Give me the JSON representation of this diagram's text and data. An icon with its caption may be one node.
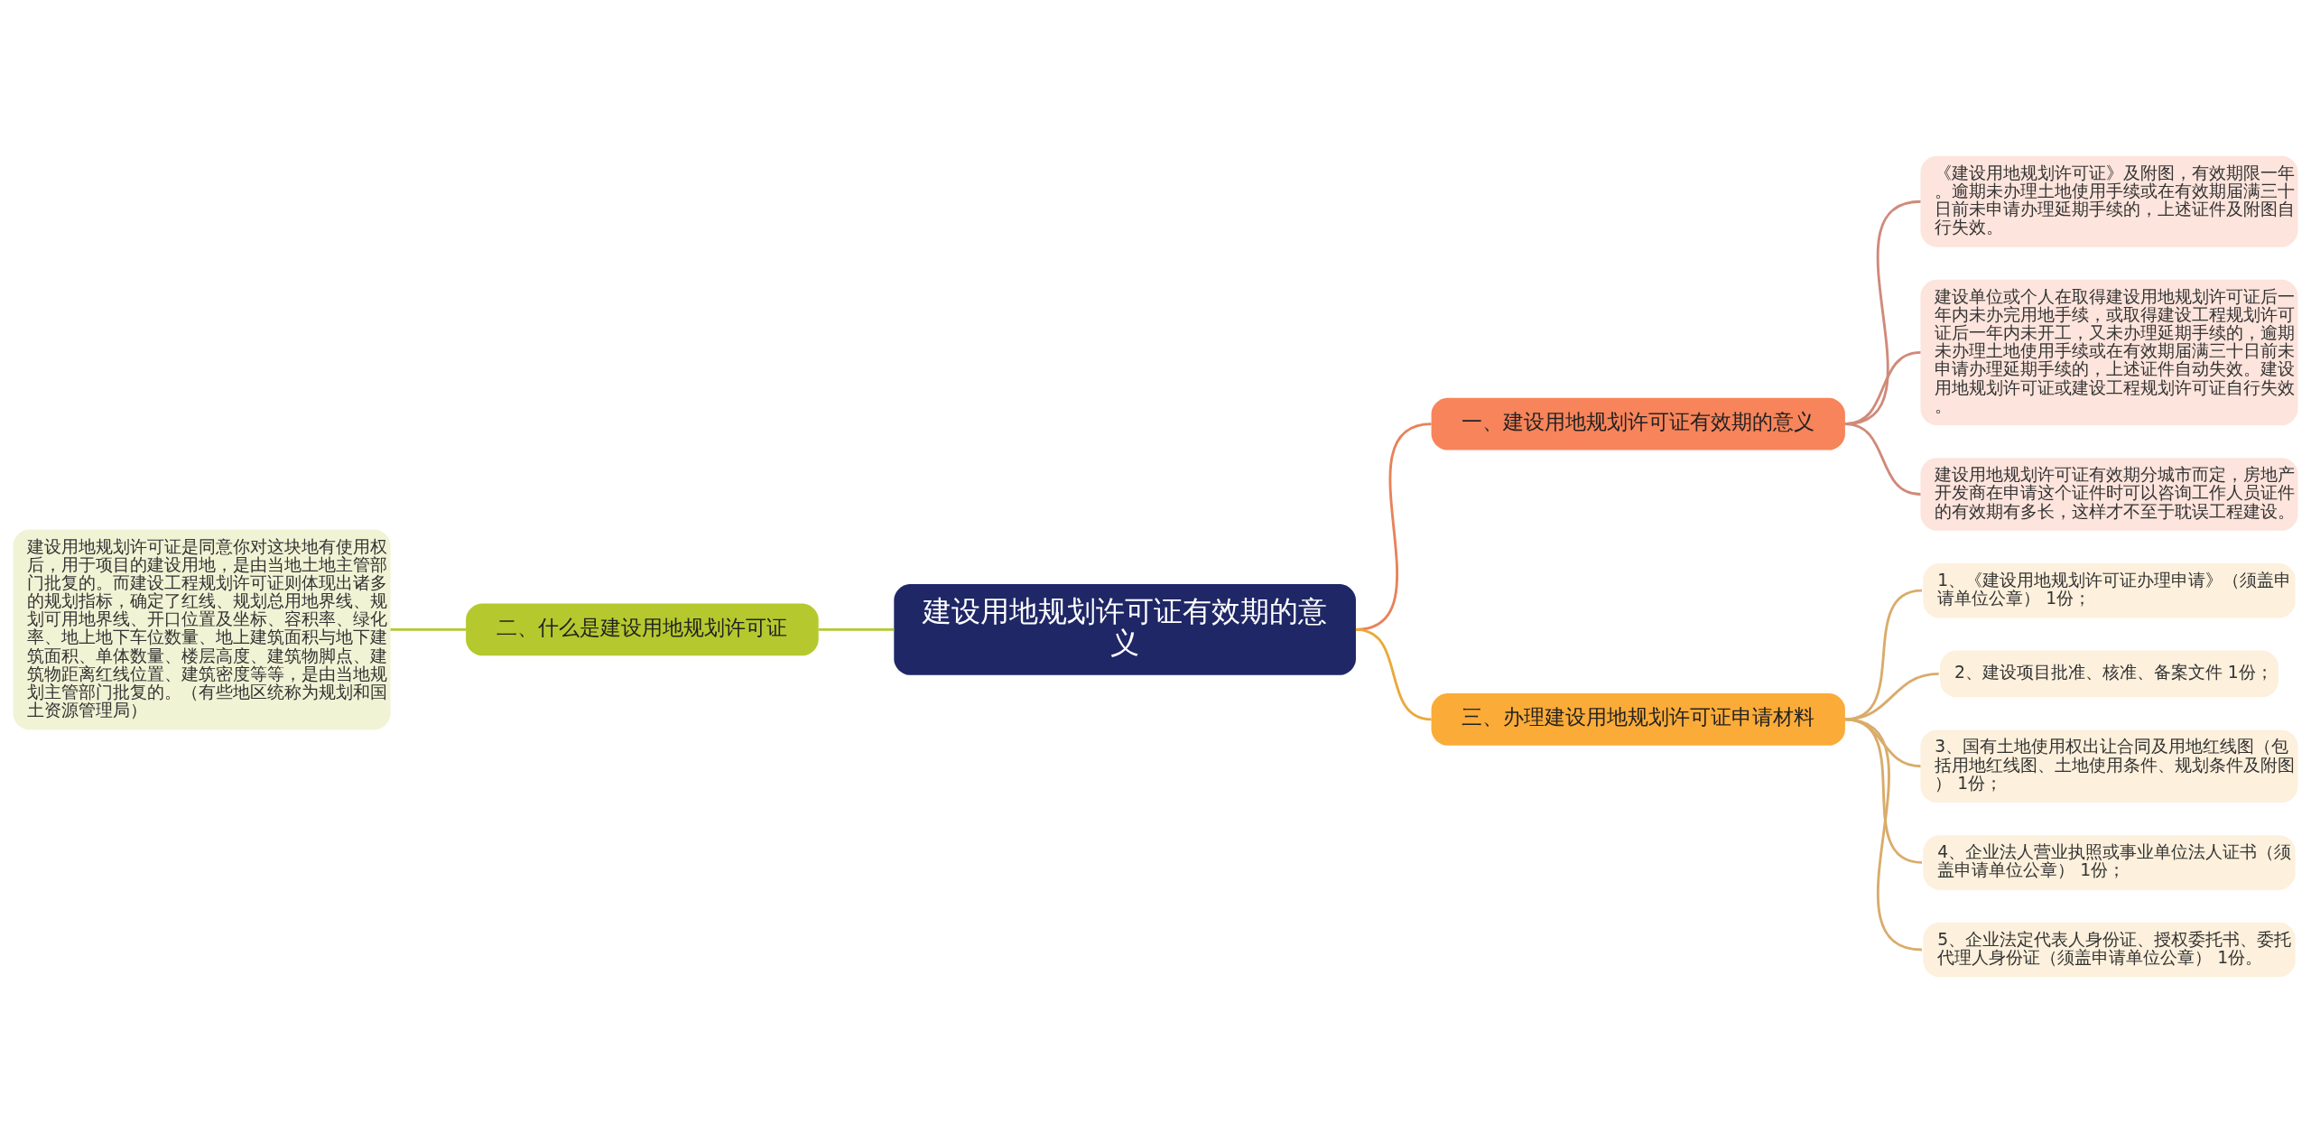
{
  "diagram": {
    "nodes": [
      {
        "text": [
          "建设用地规划许可证有效期的意义"
        ]
      },
      {
        "text": [
          "一、建设用地规划许可证有效期的意义"
        ]
      },
      {
        "text": [
          "《建设用地规划许可证》及附图，有效期限一年。逾期未办理土地使用手续或在有效期届满三十日前未申请办理延期手续的，上述证件及附图自行失效。"
        ]
      },
      {
        "text": [
          "建设单位或个人在取得建设用地规划许可证后一年内未办完用地手续，或取得建设工程规划许可证后一年内未开工，又未办理延期手续的，逾期未办理土地使用手续或在有效期届满三十日前未申请办理延期手续的，上述证件自动失效。建设用地规划许可证或建设工程规划许可证自行失效。"
        ]
      },
      {
        "text": [
          "建设用地规划许可证有效期分城市而定，房地产开发商在申请这个证件时可以咨询工作人员证件的有效期有多长，这样才不至于耽误工程建设。"
        ]
      },
      {
        "text": [
          "二、什么是建设用地规划许可证"
        ]
      },
      {
        "text": [
          "建设用地规划许可证是同意你对这块地有使用权后，用于项目的建设用地，是由当地土地主管部门批复的。而建设工程规划许可证则体现出诸多的规划指标，确定了红线、规划总用地界线、规划可用地界线、开口位置及坐标、容积率、绿化率、地上地下车位数量、地上建筑面积与地下建筑面积、单体数量、楼层高度、建筑物脚点、建筑物距离红线位置、建筑密度等等，是由当地规划主管部门批复的。（有些地区统称为规划和国土资源管理局）"
        ]
      },
      {
        "text": [
          "三、办理建设用地规划许可证申请材料"
        ]
      },
      {
        "text": [
          "1、《建设用地规划许可证办理申请》（须盖申请单位公章） 1份；"
        ]
      },
      {
        "text": [
          "2、建设项目批准、核准、备案文件 1份；"
        ]
      },
      {
        "text": [
          "3、国有土地使用权出让合同及用地红线图（包括用地红线图、土地使用条件、规划条件及附图） 1份；"
        ]
      },
      {
        "text": [
          "4、企业法人营业执照或事业单位法人证书（须盖申请单位公章） 1份；"
        ]
      },
      {
        "text": [
          "5、企业法定代表人身份证、授权委托书、委托代理人身份证（须盖申请单位公章） 1份。"
        ]
      }
    ],
    "edges": [
      {
        "from": 0,
        "to": 1,
        "arrow": "none",
        "color": "#e8825a"
      },
      {
        "from": 1,
        "to": 2,
        "arrow": "none",
        "color": "#d08a7a"
      },
      {
        "from": 1,
        "to": 3,
        "arrow": "none",
        "color": "#d08a7a"
      },
      {
        "from": 1,
        "to": 4,
        "arrow": "none",
        "color": "#d08a7a"
      },
      {
        "from": 0,
        "to": 5,
        "arrow": "none",
        "color": "#b5c92e"
      },
      {
        "from": 5,
        "to": 6,
        "arrow": "none",
        "color": "#b5c92e"
      },
      {
        "from": 0,
        "to": 7,
        "arrow": "none",
        "color": "#eaa93a"
      },
      {
        "from": 7,
        "to": 8,
        "arrow": "none",
        "color": "#d9ac6a"
      },
      {
        "from": 7,
        "to": 9,
        "arrow": "none",
        "color": "#d9ac6a"
      },
      {
        "from": 7,
        "to": 10,
        "arrow": "none",
        "color": "#d9ac6a"
      },
      {
        "from": 7,
        "to": 11,
        "arrow": "none",
        "color": "#d9ac6a"
      },
      {
        "from": 7,
        "to": 12,
        "arrow": "none",
        "color": "#d9ac6a"
      }
    ]
  }
}
